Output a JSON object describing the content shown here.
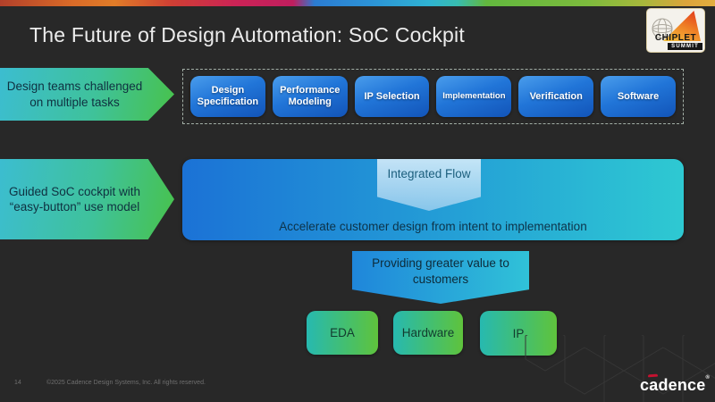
{
  "slide": {
    "title": "The Future of Design Automation: SoC Cockpit",
    "page_number": "14",
    "copyright": "©2025 Cadence Design Systems, Inc. All rights reserved."
  },
  "chiplet_logo": {
    "line1": "CHIPLET",
    "line2": "SUMMIT"
  },
  "cadence_logo": {
    "pre": "c",
    "a": "a",
    "post": "dence",
    "reg": "®"
  },
  "left_arrows": [
    "Design teams challenged on multiple tasks",
    "Guided SoC cockpit with “easy-button” use model"
  ],
  "flow_steps": [
    "Design Specification",
    "Performance Modeling",
    "IP Selection",
    "Implementation",
    "Verification",
    "Software"
  ],
  "integrated_flow": {
    "banner_label": "Integrated Flow",
    "caption": "Accelerate customer design from intent to implementation"
  },
  "value_banner_label": "Providing greater value to customers",
  "value_items": [
    "EDA",
    "Hardware",
    "IP"
  ],
  "colors": {
    "background": "#282828",
    "step_blue_light": "#4a9dec",
    "step_blue_dark": "#1254b8",
    "flow_blue": "#1b72d6",
    "flow_teal": "#2ec9d2",
    "arrow_cyan": "#3cbdd0",
    "arrow_green": "#48c24b",
    "value_teal": "#27b9b0",
    "value_green": "#5fc33c",
    "banner_light_blue": "#a4d2f0",
    "cadence_red": "#c41230",
    "chiplet_gold": "#f6c53e"
  }
}
